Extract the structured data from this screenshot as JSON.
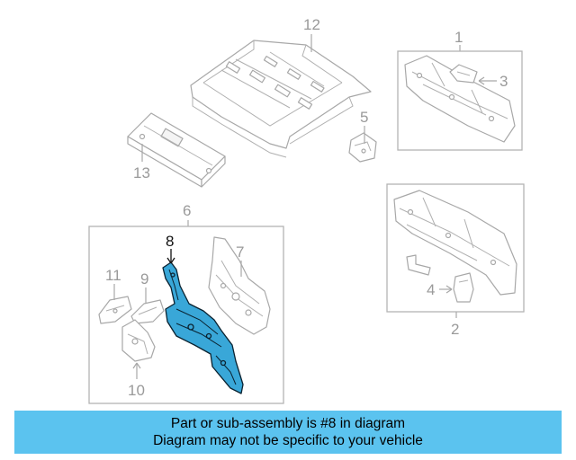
{
  "diagram": {
    "highlighted_part": "8",
    "highlight_color": "#39a7d8",
    "callouts": {
      "c1": "1",
      "c2": "2",
      "c3": "3",
      "c4": "4",
      "c5": "5",
      "c6": "6",
      "c7": "7",
      "c8": "8",
      "c9": "9",
      "c10": "10",
      "c11": "11",
      "c12": "12",
      "c13": "13"
    }
  },
  "banner": {
    "line1": "Part or sub-assembly is #8 in diagram",
    "line2": "Diagram may not be specific to your vehicle",
    "background": "#5bc3ef"
  }
}
